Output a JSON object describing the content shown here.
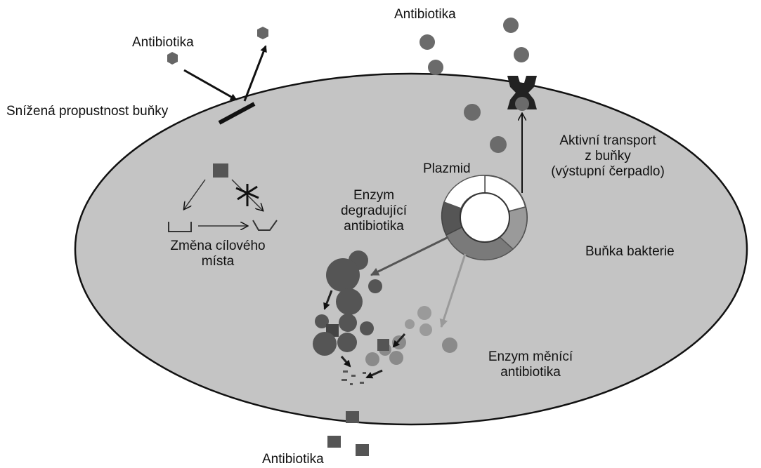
{
  "labels": {
    "antibiotics_top_left": "Antibiotika",
    "antibiotics_top_right": "Antibiotika",
    "antibiotics_bottom": "Antibiotika",
    "reduced_permeability": "Snížená propustnost buňky",
    "active_transport_line1": "Aktivní transport",
    "active_transport_line2": "z buňky",
    "active_transport_line3": "(výstupní čerpadlo)",
    "plasmid": "Plazmid",
    "degrading_enzyme_line1": "Enzym",
    "degrading_enzyme_line2": "degradující",
    "degrading_enzyme_line3": "antibiotika",
    "target_change_line1": "Změna cílového",
    "target_change_line2": "místa",
    "bacterial_cell": "Buňka bakterie",
    "modifying_enzyme_line1": "Enzym měnící",
    "modifying_enzyme_line2": "antibiotika"
  },
  "colors": {
    "cell_fill": "#c4c4c4",
    "outline": "#111111",
    "dark": "#4d4d4d",
    "medium": "#6e6e6e",
    "light": "#999999"
  }
}
